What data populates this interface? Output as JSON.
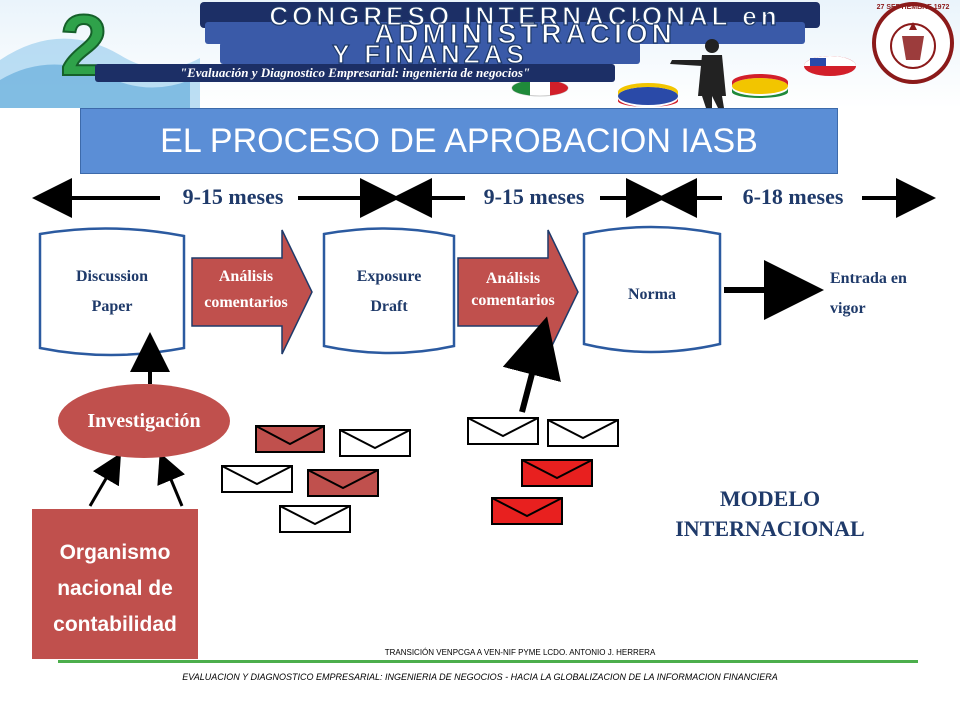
{
  "banner": {
    "title_line1": "CONGRESO INTERNACIONAL en",
    "title_line2": "ADMINISTRACIÓN",
    "title_line3": "Y FINANZAS",
    "subtitle": "\"Evaluación y Diagnostico Empresarial: ingenieria de negocios\"",
    "number": "2",
    "seal_date": "27 SEPTIEMBRE 1972",
    "colors": {
      "banner_dark": "#1c2f66",
      "seal": "#8b1a1a"
    }
  },
  "slide": {
    "title": "EL PROCESO DE APROBACION IASB",
    "durations": [
      "9-15 meses",
      "9-15 meses",
      "6-18 meses"
    ],
    "documents": [
      {
        "line1": "Discussion",
        "line2": "Paper"
      },
      {
        "line1": "Exposure",
        "line2": "Draft"
      },
      {
        "line1": "Norma",
        "line2": ""
      }
    ],
    "arrows": [
      {
        "line1": "Análisis",
        "line2": "comentarios"
      },
      {
        "line1": "Análisis",
        "line2": "comentarios"
      }
    ],
    "final_stage": {
      "line1": "Entrada en",
      "line2": "vigor"
    },
    "investigacion": "Investigación",
    "organismo": {
      "line1": "Organismo",
      "line2": "nacional de",
      "line3": "contabilidad"
    },
    "modelo": {
      "line1": "MODELO",
      "line2": "INTERNACIONAL"
    },
    "colors": {
      "title_bg": "#5b8ed6",
      "accent_red": "#c0504d",
      "bright_red": "#e8201f",
      "text_blue": "#1f3a6a",
      "doc_border": "#2b5aa0"
    }
  },
  "footer": {
    "line1": "TRANSICIÓN VENPCGA A VEN-NIF PYME     LCDO. ANTONIO J. HERRERA",
    "line2": "EVALUACION Y DIAGNOSTICO EMPRESARIAL: INGENIERIA DE NEGOCIOS - HACIA LA GLOBALIZACION DE LA INFORMACION FINANCIERA"
  }
}
